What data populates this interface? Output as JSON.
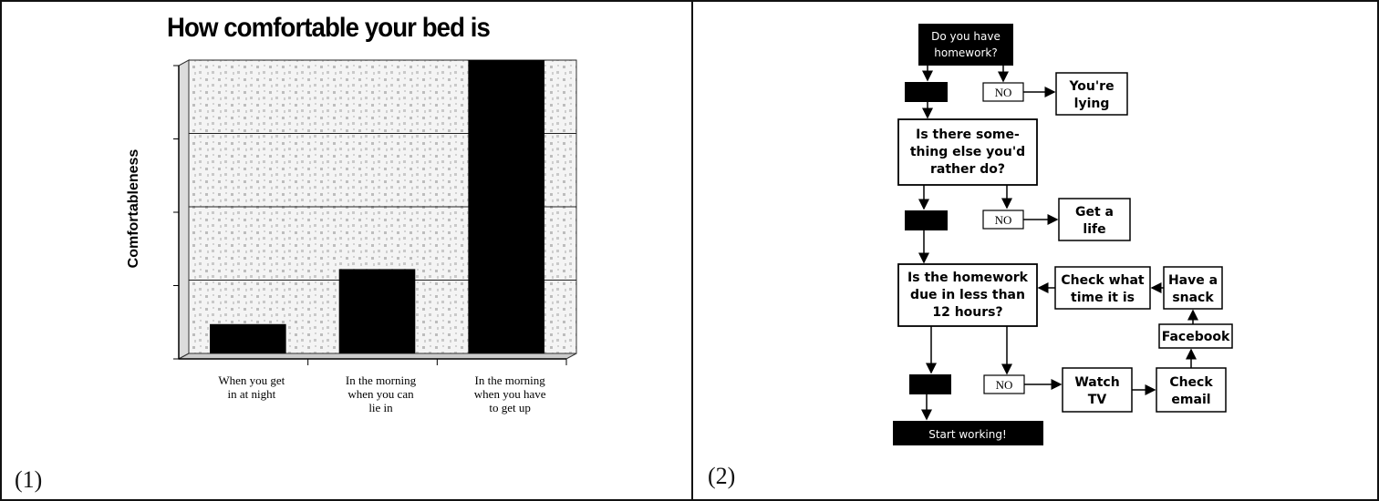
{
  "panel1": {
    "label": "(1)",
    "chart_data": {
      "type": "bar",
      "title": "How comfortable your bed is",
      "ylabel": "Comfortableness",
      "xlabel": "",
      "categories": [
        [
          "When you get",
          "in at night"
        ],
        [
          "In the morning",
          "when you can",
          "lie in"
        ],
        [
          "In the morning",
          "when you have",
          "to get up"
        ]
      ],
      "values": [
        0.4,
        1.15,
        4.0
      ],
      "ylim": [
        0,
        4
      ],
      "grid": true,
      "bar_color": "#000000"
    }
  },
  "panel2": {
    "label": "(2)",
    "flowchart": {
      "start": [
        "Do you have",
        "homework?"
      ],
      "no_label": "NO",
      "lying": [
        "You're",
        "lying"
      ],
      "something_else": [
        "Is there some-",
        "thing else you'd",
        "rather do?"
      ],
      "get_a_life": [
        "Get a",
        "life"
      ],
      "due": [
        "Is the homework",
        "due in less than",
        "12 hours?"
      ],
      "check_time": [
        "Check what",
        "time it is"
      ],
      "snack": [
        "Have a",
        "snack"
      ],
      "facebook": "Facebook",
      "watch_tv": [
        "Watch",
        "TV"
      ],
      "check_email": [
        "Check",
        "email"
      ],
      "start_working": "Start working!"
    }
  }
}
